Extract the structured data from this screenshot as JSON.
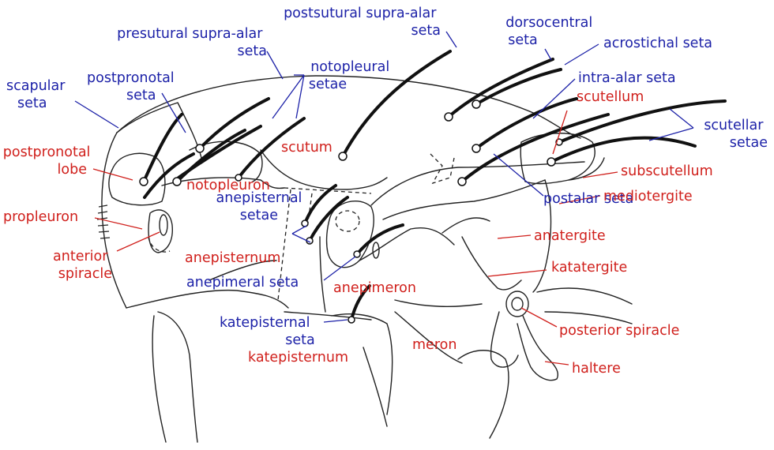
{
  "colors": {
    "red": "#d0201c",
    "blue": "#1d22a8",
    "ink": "#222222"
  },
  "labels": {
    "postsutural_supra_alar_seta": [
      "postsutural supra-alar",
      "seta"
    ],
    "dorsocentral_seta": [
      "dorsocentral",
      "seta"
    ],
    "acrostichal_seta": [
      "acrostichal seta"
    ],
    "presutural_supra_alar_seta": [
      "presutural supra-alar",
      "seta"
    ],
    "notopleural_setae": [
      "notopleural",
      "setae"
    ],
    "scapular_seta": [
      "scapular",
      "seta"
    ],
    "postpronotal_seta": [
      "postpronotal",
      "seta"
    ],
    "intra_alar_seta": [
      "intra-alar seta"
    ],
    "scutellum": [
      "scutellum"
    ],
    "scutellar_setae": [
      "scutellar",
      "setae"
    ],
    "postpronotal_lobe": [
      "postpronotal",
      "lobe"
    ],
    "scutum": [
      "scutum"
    ],
    "subscutellum": [
      "subscutellum"
    ],
    "notopleuron": [
      "notopleuron"
    ],
    "mediotergite": [
      "mediotergite"
    ],
    "propleuron": [
      "propleuron"
    ],
    "anepisternal_setae": [
      "anepisternal",
      "setae"
    ],
    "postalar_seta": [
      "postalar seta"
    ],
    "anatergite": [
      "anatergite"
    ],
    "anterior_spiracle": [
      "anterior",
      "spiracle"
    ],
    "anepisternum": [
      "anepisternum"
    ],
    "katatergite": [
      "katatergite"
    ],
    "anepimeral_seta": [
      "anepimeral seta"
    ],
    "anepimeron": [
      "anepimeron"
    ],
    "katepisternal_seta": [
      "katepisternal",
      "seta"
    ],
    "posterior_spiracle": [
      "posterior spiracle"
    ],
    "meron": [
      "meron"
    ],
    "katepisternum": [
      "katepisternum"
    ],
    "haltere": [
      "haltere"
    ]
  }
}
